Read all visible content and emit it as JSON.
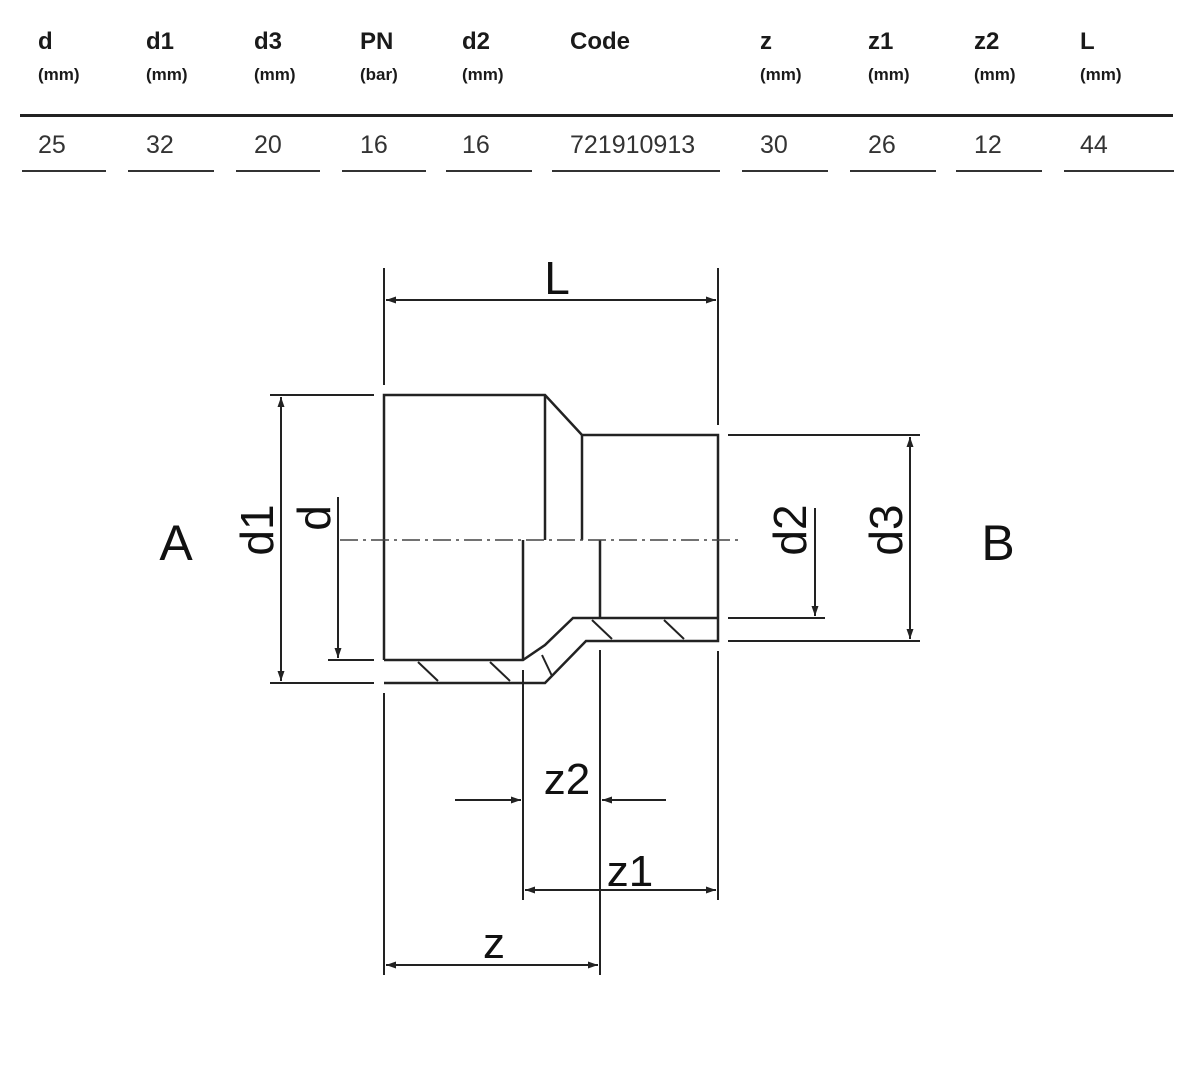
{
  "table": {
    "headers": [
      {
        "name": "d",
        "unit": "(mm)"
      },
      {
        "name": "d1",
        "unit": "(mm)"
      },
      {
        "name": "d3",
        "unit": "(mm)"
      },
      {
        "name": "PN",
        "unit": "(bar)"
      },
      {
        "name": "d2",
        "unit": "(mm)"
      },
      {
        "name": "Code",
        "unit": ""
      },
      {
        "name": "z",
        "unit": "(mm)"
      },
      {
        "name": "z1",
        "unit": "(mm)"
      },
      {
        "name": "z2",
        "unit": "(mm)"
      },
      {
        "name": "L",
        "unit": "(mm)"
      }
    ],
    "row": [
      "25",
      "32",
      "20",
      "16",
      "16",
      "721910913",
      "30",
      "26",
      "12",
      "44"
    ]
  },
  "drawing": {
    "labels": {
      "end_a": "A",
      "end_b": "B",
      "L": "L",
      "d1": "d1",
      "d": "d",
      "d2": "d2",
      "d3": "d3",
      "z2": "z2",
      "z1": "z1",
      "z": "z"
    }
  }
}
